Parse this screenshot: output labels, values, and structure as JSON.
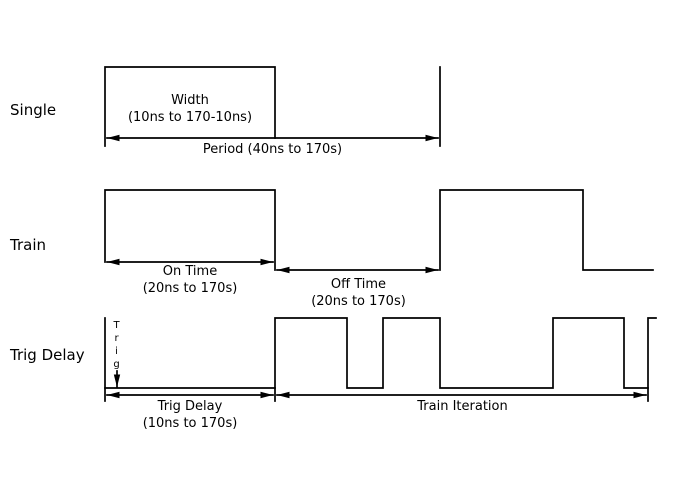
{
  "colors": {
    "line": "#000000",
    "background": "#ffffff"
  },
  "rows": {
    "single": {
      "label": "Single"
    },
    "train": {
      "label": "Train"
    },
    "trig_delay": {
      "label": "Trig Delay"
    }
  },
  "single": {
    "width_label": "Width",
    "width_range": "(10ns to 170-10ns)",
    "period_label": "Period (40ns to 170s)"
  },
  "train": {
    "on_time_label": "On Time",
    "on_time_range": "(20ns to 170s)",
    "off_time_label": "Off Time",
    "off_time_range": "(20ns to 170s)"
  },
  "trig": {
    "marker_label": "Trig",
    "delay_label": "Trig Delay",
    "delay_range": "(10ns to 170s)",
    "iteration_label": "Train Iteration"
  }
}
